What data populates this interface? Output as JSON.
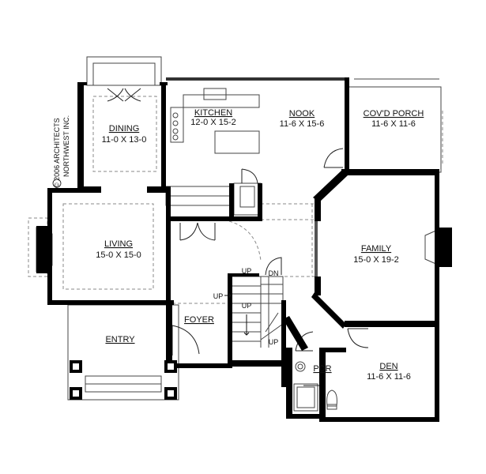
{
  "rooms": {
    "dining": {
      "name": "DINING",
      "dims": "11-0 X 13-0"
    },
    "kitchen": {
      "name": "KITCHEN",
      "dims": "12-0 X 15-2"
    },
    "nook": {
      "name": "NOOK",
      "dims": "11-6 X 15-6"
    },
    "porch": {
      "name": "COV'D PORCH",
      "dims": "11-6 X 11-6"
    },
    "living": {
      "name": "LIVING",
      "dims": "15-0 X 15-0"
    },
    "family": {
      "name": "FAMILY",
      "dims": "15-0 X 19-2"
    },
    "foyer": {
      "name": "FOYER"
    },
    "entry": {
      "name": "ENTRY"
    },
    "pdr": {
      "name": "PDR"
    },
    "den": {
      "name": "DEN",
      "dims": "11-6 X 11-6"
    }
  },
  "stairs": {
    "up1": "UP",
    "up2": "UP",
    "up3": "UP",
    "up4": "UP",
    "dn": "DN"
  },
  "copyright": {
    "line1": "© 2006 ARCHITECTS",
    "line2": "NORTHWEST INC."
  },
  "colors": {
    "wall": "#000000",
    "thin": "#555555",
    "dash": "#888888"
  }
}
